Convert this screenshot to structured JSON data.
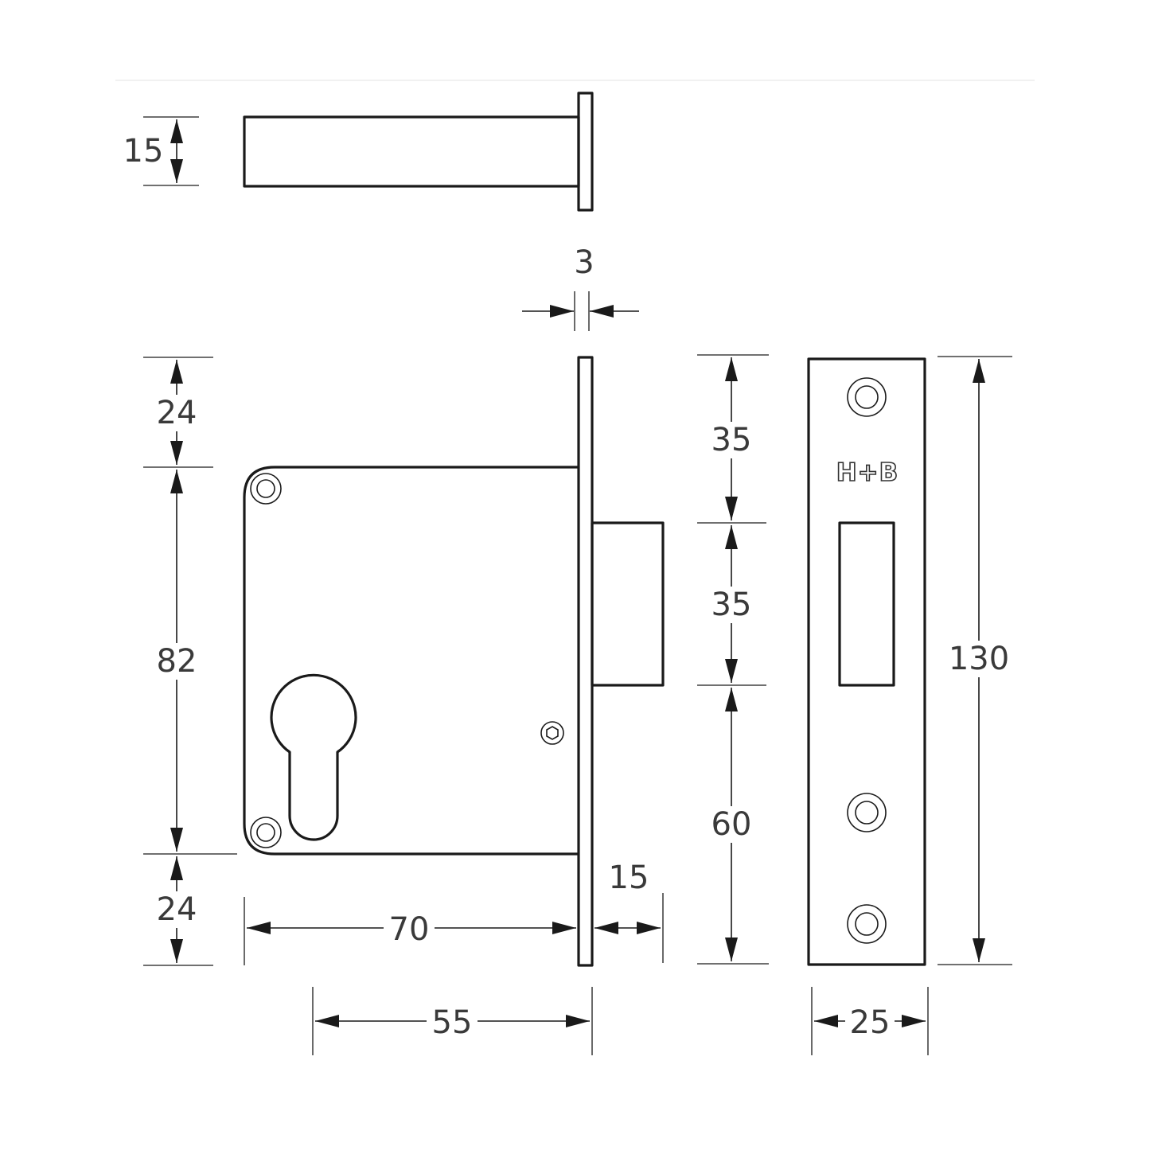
{
  "brand_mark": "H+B",
  "dimensions": {
    "bolt_height": "15",
    "faceplate_thickness": "3",
    "top_offset": "24",
    "case_height": "82",
    "bottom_offset": "24",
    "case_depth": "70",
    "bolt_throw": "15",
    "backset": "55",
    "strike_upper": "35",
    "strike_middle": "35",
    "strike_lower": "60",
    "strike_height": "130",
    "strike_width": "25"
  }
}
